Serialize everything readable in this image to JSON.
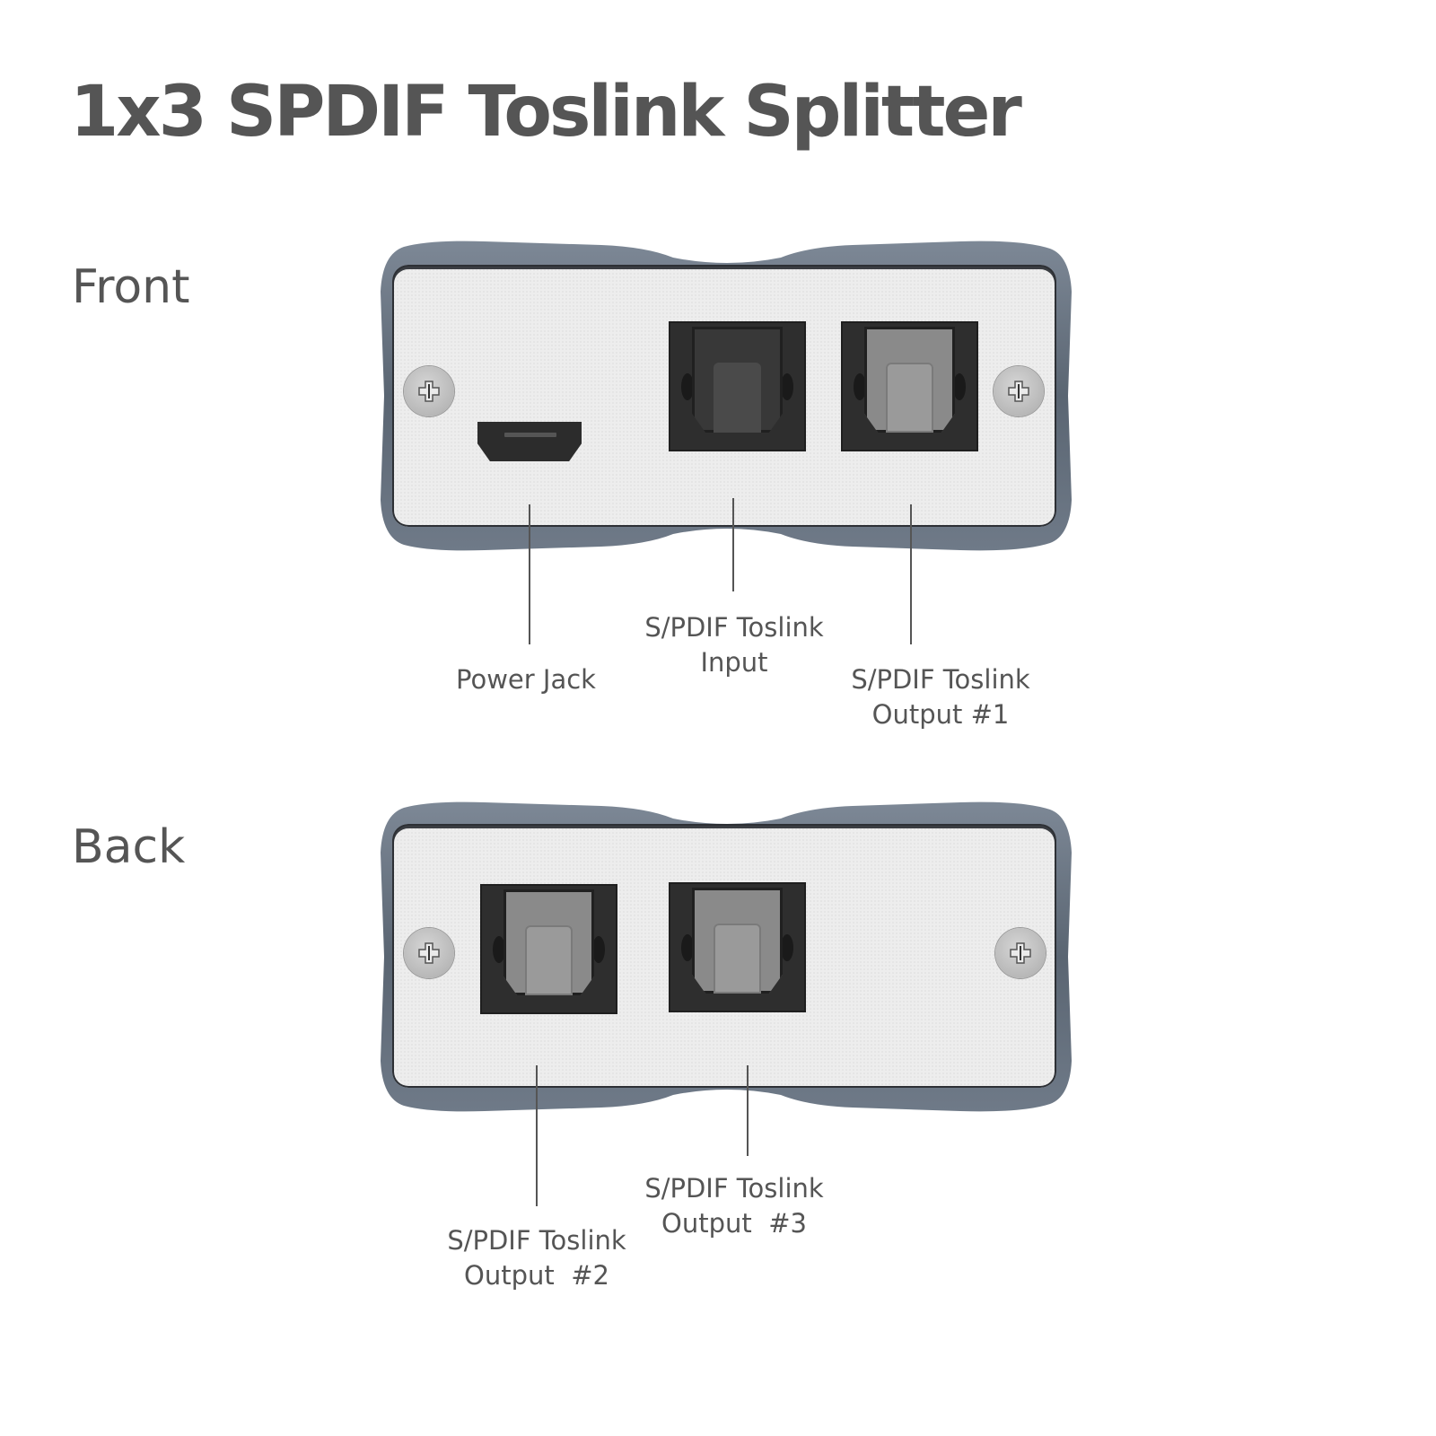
{
  "title": "1x3 SPDIF Toslink Splitter",
  "views": {
    "front": {
      "label": "Front",
      "ports": [
        {
          "type": "micro-usb",
          "name": "power-jack"
        },
        {
          "type": "toslink",
          "name": "toslink-input",
          "shutter": "dark"
        },
        {
          "type": "toslink",
          "name": "toslink-output-1",
          "shutter": "gray"
        }
      ],
      "callouts": [
        {
          "line1": "Power Jack",
          "line2": ""
        },
        {
          "line1": "S/PDIF Toslink",
          "line2": "Input"
        },
        {
          "line1": "S/PDIF Toslink",
          "line2": "Output #1"
        }
      ]
    },
    "back": {
      "label": "Back",
      "ports": [
        {
          "type": "toslink",
          "name": "toslink-output-2",
          "shutter": "gray"
        },
        {
          "type": "toslink",
          "name": "toslink-output-3",
          "shutter": "gray"
        }
      ],
      "callouts": [
        {
          "line1": "S/PDIF Toslink",
          "line2": "Output  #2"
        },
        {
          "line1": "S/PDIF Toslink",
          "line2": "Output  #3"
        }
      ]
    }
  },
  "colors": {
    "text": "#555555",
    "casing": "#5f6b7a",
    "plate": "#ededed",
    "port_dark": "#2e2e2e",
    "shutter_gray": "#8a8a8a"
  }
}
